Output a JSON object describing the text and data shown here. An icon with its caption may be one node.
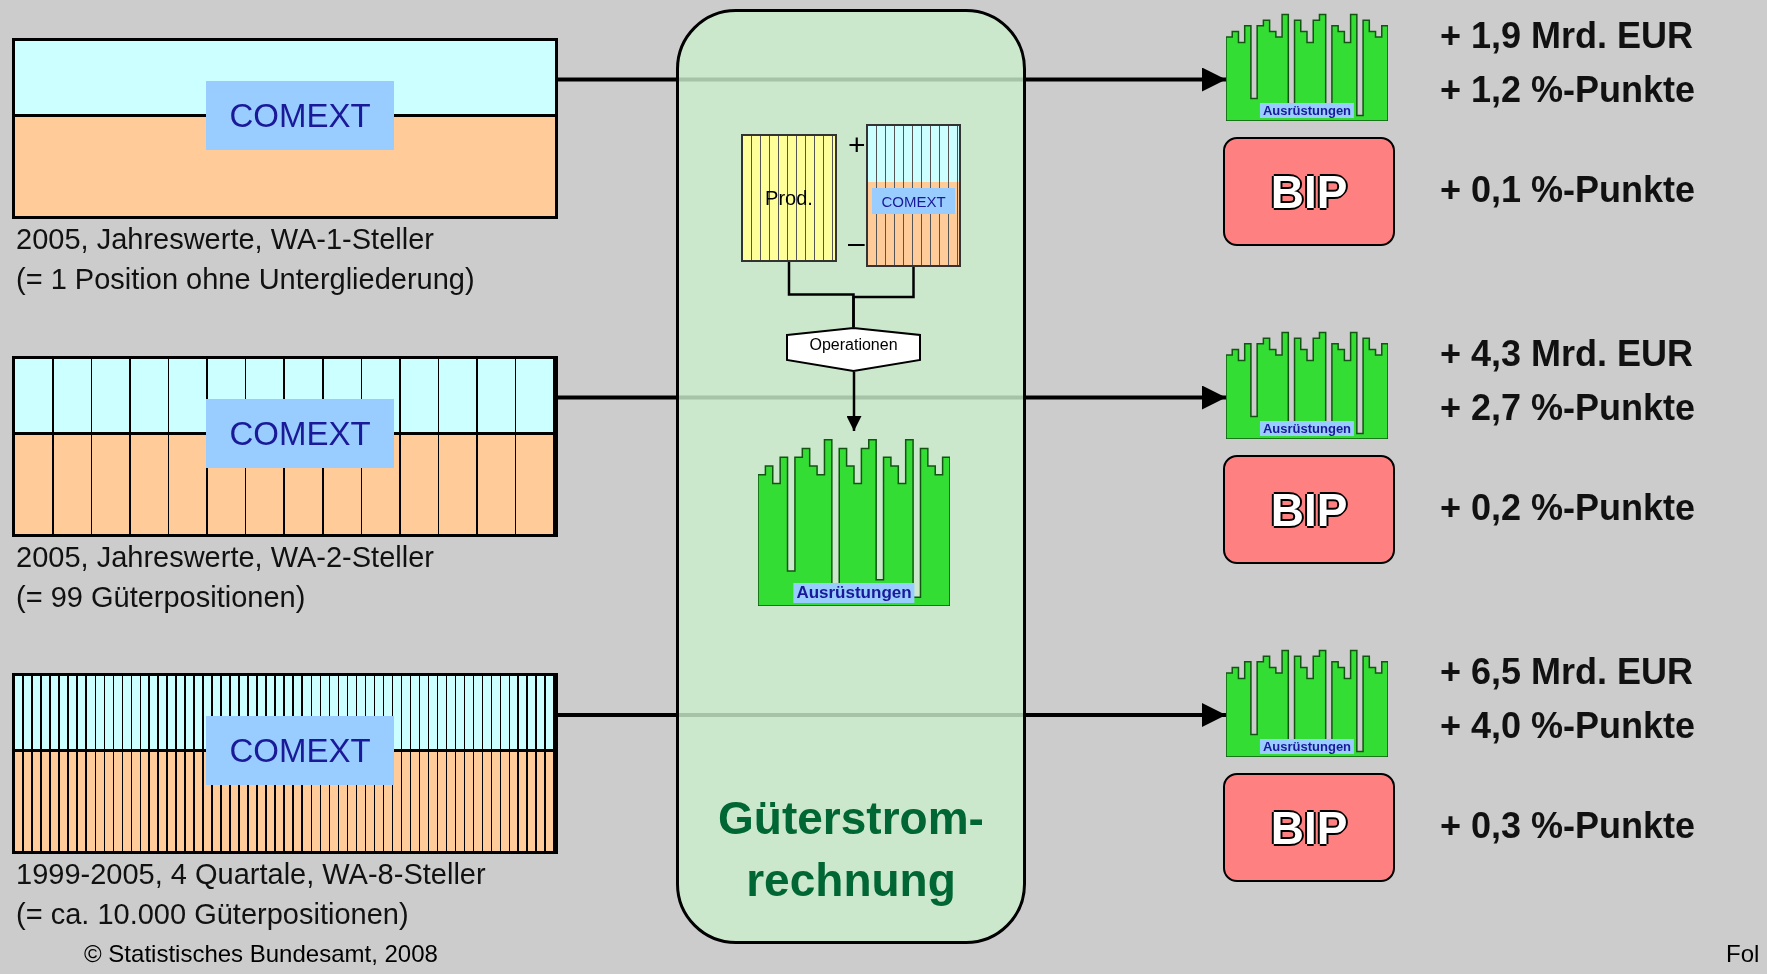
{
  "diagram": {
    "nodes": [
      {
        "text": [
          "COMEXT"
        ],
        "beside": [
          "2005, Jahreswerte, WA-1-Steller",
          "(= 1 Position ohne Untergliederung)"
        ]
      },
      {
        "text": [
          "COMEXT"
        ],
        "beside": [
          "2005, Jahreswerte, WA-2-Steller",
          "(= 99 Güterpositionen)"
        ]
      },
      {
        "text": [
          "COMEXT"
        ],
        "beside": [
          "1999-2005, 4 Quartale, WA-8-Steller",
          "(= ca. 10.000 Güterpositionen)"
        ]
      },
      {
        "text": [
          "Güterstrom- rechnung"
        ]
      },
      {
        "text": [
          "Prod."
        ],
        "in": 3
      },
      {
        "text": [
          "COMEXT"
        ],
        "in": 3
      },
      {
        "text": [
          "Operationen"
        ],
        "in": 3
      },
      {
        "text": [
          "Ausrüstungen"
        ],
        "in": 3
      },
      {
        "text": [
          "Ausrüstungen"
        ],
        "beside": [
          "+ 1,9 Mrd. EUR",
          "+ 1,2 %-Punkte"
        ]
      },
      {
        "text": [
          "BIP"
        ],
        "beside": [
          "+ 0,1 %-Punkte"
        ]
      },
      {
        "text": [
          "Ausrüstungen"
        ],
        "beside": [
          "+ 4,3 Mrd. EUR",
          "+ 2,7 %-Punkte"
        ]
      },
      {
        "text": [
          "BIP"
        ],
        "beside": [
          "+ 0,2 %-Punkte"
        ]
      },
      {
        "text": [
          "Ausrüstungen"
        ],
        "beside": [
          "+ 6,5 Mrd. EUR",
          "+ 4,0 %-Punkte"
        ]
      },
      {
        "text": [
          "BIP"
        ],
        "beside": [
          "+ 0,3 %-Punkte"
        ]
      }
    ],
    "edges": [
      {
        "from": 0,
        "to": 8,
        "arrow": "to"
      },
      {
        "from": 1,
        "to": 10,
        "arrow": "to"
      },
      {
        "from": 2,
        "to": 12,
        "arrow": "to"
      },
      {
        "from": 4,
        "to": 6,
        "arrow": "none"
      },
      {
        "from": 5,
        "to": 6,
        "arrow": "none"
      },
      {
        "from": 6,
        "to": 7,
        "arrow": "to"
      }
    ],
    "labels": [
      "+",
      "–",
      "© Statistisches Bundesamt, 2008",
      "Fol"
    ]
  }
}
